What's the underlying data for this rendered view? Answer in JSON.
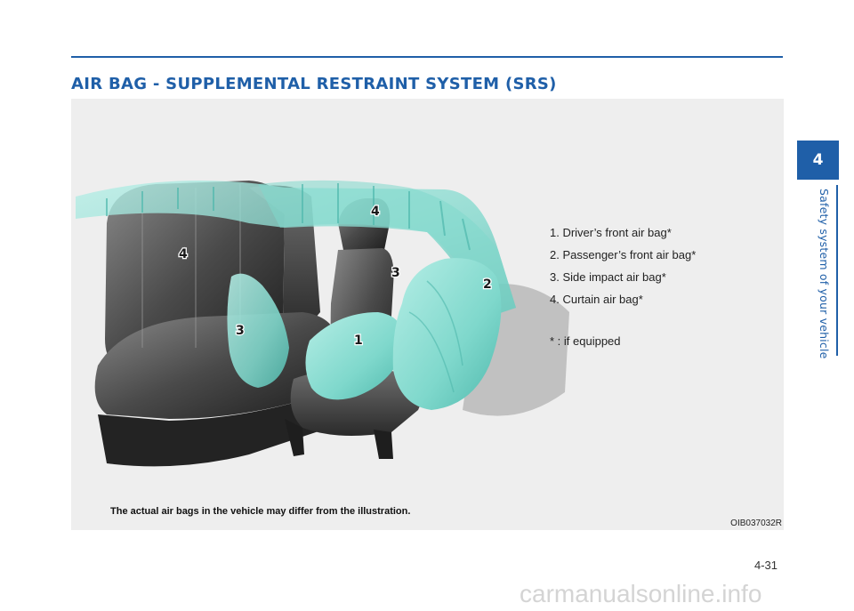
{
  "header": {
    "title": "AIR BAG - SUPPLEMENTAL RESTRAINT SYSTEM (SRS)"
  },
  "figure": {
    "legend": [
      "1. Driver’s front air bag*",
      "2. Passenger’s front air bag*",
      "3. Side impact air bag*",
      "4. Curtain air bag*"
    ],
    "note": "* : if equipped",
    "caption": "The actual air bags in the vehicle may differ from the illustration.",
    "code": "OIB037032R",
    "callouts": {
      "driver_front": "1",
      "passenger_front": "2",
      "side_rear": "3",
      "side_front": "3",
      "curtain_rear": "4",
      "curtain_front": "4"
    }
  },
  "chapter": {
    "number": "4",
    "name": "Safety system of your vehicle"
  },
  "footer": {
    "page": "4-31",
    "watermark": "carmanualsonline.info"
  },
  "colors": {
    "accent": "#1f5fa8",
    "airbag": "#7fd8cc",
    "seat": "#4a4a4a"
  }
}
